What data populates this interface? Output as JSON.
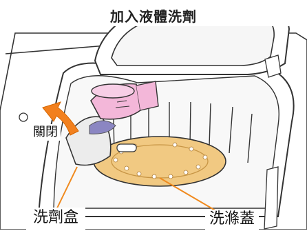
{
  "title": "加入液體洗劑",
  "labels": {
    "close": "關閉",
    "detergent_box": "洗劑盒",
    "cover": "洗滌蓋"
  },
  "colors": {
    "leader_line": "#f08a1e",
    "arrow": "#f2801e",
    "cup": "#f3b7d9",
    "liquid": "#8b86c2",
    "cover": "#f1c982",
    "outline": "#333333"
  }
}
